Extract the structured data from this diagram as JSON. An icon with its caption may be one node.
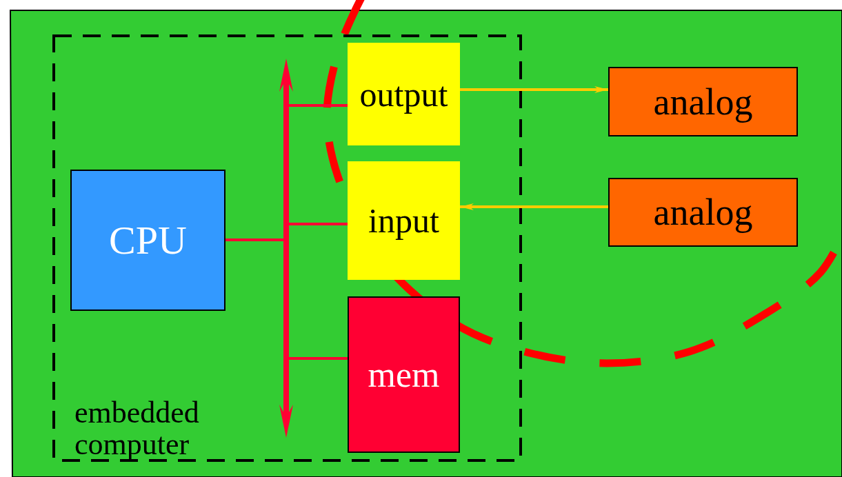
{
  "diagram": {
    "nodes": [
      {
        "text": [
          "embedded computer"
        ]
      },
      {
        "text": [
          "CPU"
        ],
        "in": 0
      },
      {
        "text": [],
        "shape": "bar",
        "in": 0
      },
      {
        "text": [
          "output"
        ],
        "in": 0
      },
      {
        "text": [
          "input"
        ],
        "in": 0
      },
      {
        "text": [
          "mem"
        ],
        "in": 0
      },
      {
        "text": [
          "analog"
        ]
      },
      {
        "text": [
          "analog"
        ]
      }
    ],
    "edges": [
      {
        "from": 1,
        "to": 2,
        "arrow": "none"
      },
      {
        "from": 2,
        "to": 3,
        "arrow": "none"
      },
      {
        "from": 2,
        "to": 4,
        "arrow": "none"
      },
      {
        "from": 2,
        "to": 5,
        "arrow": "none"
      },
      {
        "from": 3,
        "to": 6,
        "arrow": "to",
        "color": "#ffcc00"
      },
      {
        "from": 7,
        "to": 4,
        "arrow": "to",
        "color": "#ffcc00"
      }
    ]
  }
}
